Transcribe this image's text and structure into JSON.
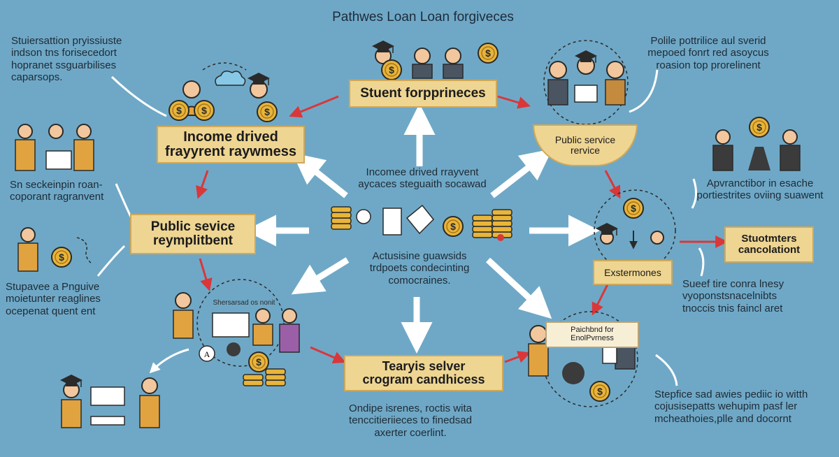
{
  "title": "Pathwes Loan Loan forgiveces",
  "boxes": {
    "student": "Stuent forpprineces",
    "income": "Income drived\nfrayyrent raywmess",
    "public_service_left": "Public sevice\nreymplitbent",
    "public_service_right": "Public service\nrervice",
    "extermones": "Exstermones",
    "cancelation": "Stuotmters\ncancolationt",
    "teary": "Tearyis selver\ncrogram candhicess",
    "paichbnd": "Paichbnd for\nEnolPvrness",
    "laptop_tag": "Shersarsad os nonit"
  },
  "texts": {
    "top_left": "Stuiersattion pryissiuste\nindson  tns forisecedort\nhopranet ssguarbilises\ncaparsops.",
    "top_right": "Polile pottrilice aul sverid\nmepoed fonrt red asoycus\nroasion top prorelinent",
    "left_mid": "Sn seckeinpin roan-\ncoporant ragranvent",
    "left_low": "Stupavee a Pnguive\nmoietunter reaglines\nocepenat quent ent",
    "center_top": "Incomee drived rrayvent\naycaces steguaith socawad",
    "center_mid": "Actusisine guawsids\ntrdpoets condecinting\ncomocraines.",
    "right_mid": "Apvranctibor in esache\nportiestrites oviing suawent",
    "right_low": "Sueef tire conra lnesy\nvyoponstsnacelnibts\ntnoccis tnis faincl aret",
    "bottom_center": "Ondipe isrenes, roctis wita\ntenccitieriieces to finedsad\naxerter coerlint.",
    "bottom_right": "Stepfice sad awies pediic io witth\ncojusisepatts wehupim pasf ler\nmcheathoies,plle and docornt"
  },
  "colors": {
    "background": "#6fa8c6",
    "box_fill": "#eed592",
    "box_border": "#cfa85a",
    "white_arrow": "#ffffff",
    "red_arrow": "#d9373a",
    "coin": "#e8b53a",
    "dark_line": "#2a2a2a"
  },
  "icons": {
    "coin": "dollar-coin-icon",
    "cap": "graduation-cap-icon",
    "person": "person-icon",
    "document": "document-icon",
    "laptop": "laptop-icon",
    "cloud": "cloud-icon"
  }
}
